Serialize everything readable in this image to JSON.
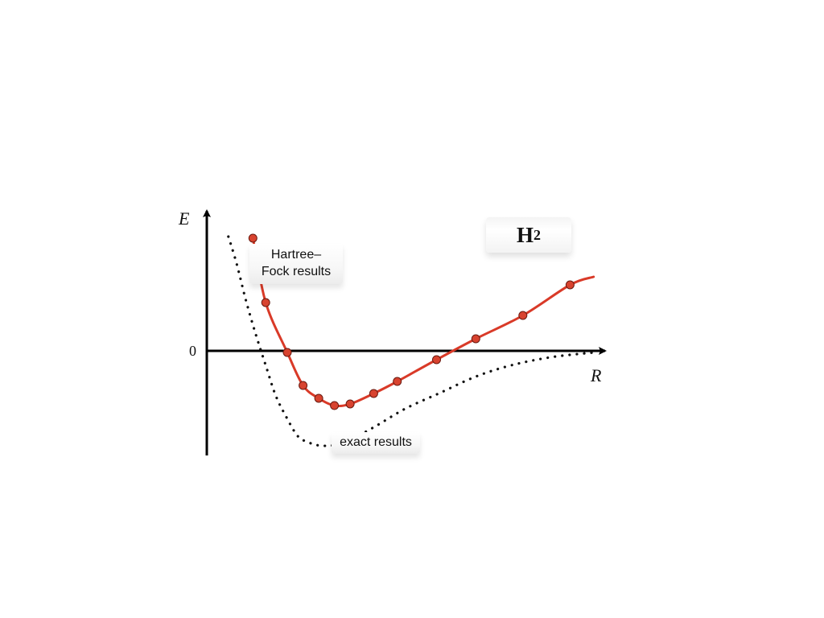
{
  "chart_data": {
    "type": "line",
    "title": "H",
    "title_subscript": "2",
    "xlabel": "R",
    "ylabel": "E",
    "y_tick_labels": [
      "0"
    ],
    "grid": false,
    "series": [
      {
        "name": "Hartree–Fock results",
        "style": "solid line with circular markers",
        "color": "#d93a28",
        "marker_color": "#d8432f",
        "points": [
          [
            0.47,
            1.4
          ],
          [
            0.6,
            0.6
          ],
          [
            0.82,
            -0.02
          ],
          [
            0.98,
            -0.43
          ],
          [
            1.14,
            -0.59
          ],
          [
            1.3,
            -0.68
          ],
          [
            1.46,
            -0.66
          ],
          [
            1.7,
            -0.53
          ],
          [
            1.94,
            -0.38
          ],
          [
            2.34,
            -0.11
          ],
          [
            2.74,
            0.15
          ],
          [
            3.22,
            0.44
          ],
          [
            3.7,
            0.82
          ]
        ],
        "curve_end": [
          3.94,
          0.92
        ]
      },
      {
        "name": "exact results",
        "style": "dotted line",
        "color": "#111111",
        "points": [
          [
            0.22,
            1.42
          ],
          [
            0.3,
            1.1
          ],
          [
            0.4,
            0.62
          ],
          [
            0.5,
            0.2
          ],
          [
            0.6,
            -0.18
          ],
          [
            0.7,
            -0.55
          ],
          [
            0.8,
            -0.8
          ],
          [
            0.92,
            -1.05
          ],
          [
            1.02,
            -1.13
          ],
          [
            1.18,
            -1.18
          ],
          [
            1.4,
            -1.14
          ],
          [
            1.7,
            -0.95
          ],
          [
            2.02,
            -0.72
          ],
          [
            2.38,
            -0.52
          ],
          [
            2.74,
            -0.32
          ],
          [
            3.1,
            -0.18
          ],
          [
            3.5,
            -0.08
          ],
          [
            3.94,
            -0.02
          ]
        ]
      }
    ],
    "annotations": {
      "hf_label": "Hartree–Fock results",
      "exact_label": "exact results"
    },
    "xlim": [
      0,
      4.0
    ],
    "ylim": [
      -1.3,
      1.8
    ]
  }
}
